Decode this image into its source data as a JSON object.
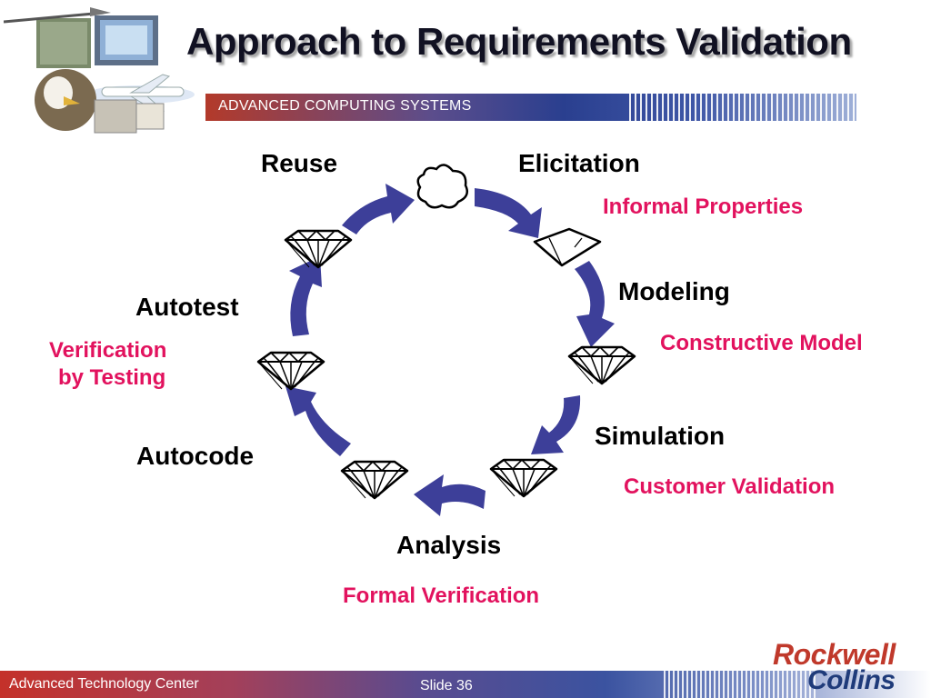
{
  "slide": {
    "title": "Approach to Requirements Validation",
    "banner": "ADVANCED COMPUTING SYSTEMS",
    "footer_left": "Advanced Technology Center",
    "footer_slide": "Slide 36",
    "brand_line1": "Rockwell",
    "brand_line2": "Collins"
  },
  "cycle": {
    "stages": [
      {
        "name": "Reuse",
        "note": ""
      },
      {
        "name": "Elicitation",
        "note": "Informal Properties"
      },
      {
        "name": "Modeling",
        "note": "Constructive Model"
      },
      {
        "name": "Simulation",
        "note": "Customer Validation"
      },
      {
        "name": "Analysis",
        "note": "Formal Verification"
      },
      {
        "name": "Autocode",
        "note": ""
      },
      {
        "name": "Autotest",
        "note": "Verification by Testing"
      }
    ],
    "autotest_note_line1": "Verification",
    "autotest_note_line2": "by Testing"
  },
  "colors": {
    "arrow": "#3d3f99",
    "note": "#e2125e",
    "title": "#111122"
  },
  "icons": [
    "cloud-icon",
    "rough-gem-icon",
    "diamond-icon"
  ]
}
